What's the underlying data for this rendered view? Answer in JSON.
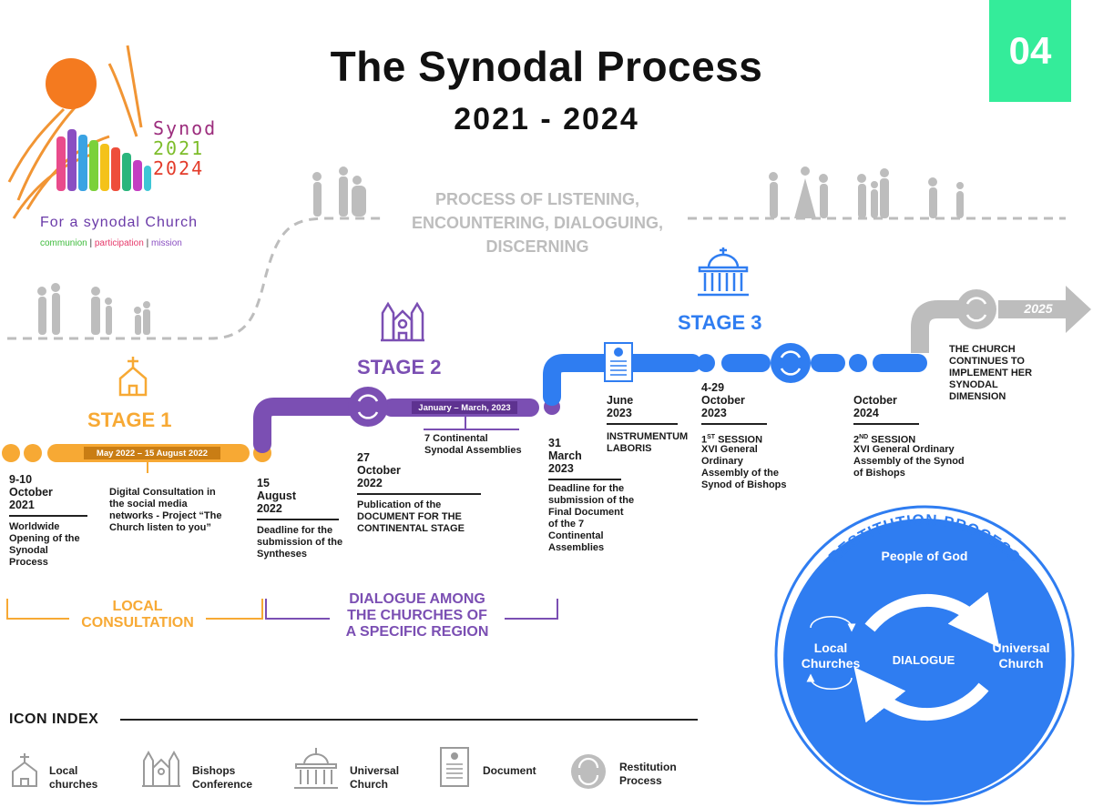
{
  "header": {
    "title": "The Synodal Process",
    "years": "2021 - 2024",
    "badge": "04"
  },
  "logo": {
    "synod": "Synod",
    "year1": "2021",
    "year2": "2024",
    "tagline": "For a synodal Church",
    "word1": "communion",
    "sep": "|",
    "word2": "participation",
    "word3": "mission"
  },
  "listening": {
    "line1": "PROCESS OF LISTENING,",
    "line2": "ENCOUNTERING, DIALOGUING,",
    "line3": "DISCERNING"
  },
  "stages": {
    "stage1": "STAGE 1",
    "stage2": "STAGE 2",
    "stage3": "STAGE 3"
  },
  "bars": {
    "stage1_period": "May 2022 – 15 August 2022",
    "stage2_period": "January – March, 2023",
    "future_year": "2025"
  },
  "events": {
    "e1_date": "9-10\nOctober\n2021",
    "e1_text": "Worldwide\nOpening of the\nSynodal\nProcess",
    "e2_text": "Digital Consultation in\nthe social media\nnetworks - Project “The\nChurch listen to you”",
    "e3_date": "15\nAugust\n2022",
    "e3_text": "Deadline for the\nsubmission of the\nSyntheses",
    "e4_date": "27\nOctober\n2022",
    "e4_text": "Publication of the\nDOCUMENT FOR THE\nCONTINENTAL STAGE",
    "e5_text": "7 Continental\nSynodal Assemblies",
    "e6_date": "31\nMarch\n2023",
    "e6_text": "Deadline for the\nsubmission of the\nFinal Document\nof the 7\nContinental\nAssemblies",
    "e7_date": "June\n2023",
    "e7_text": "INSTRUMENTUM\nLABORIS",
    "e8_date": "4-29\nOctober\n2023",
    "e8_sup": "ST",
    "e8_num": "1",
    "e8_session": " SESSION",
    "e8_text": "XVI General\nOrdinary\nAssembly of the\nSynod of Bishops",
    "e9_date": "October\n2024",
    "e9_sup": "ND",
    "e9_num": "2",
    "e9_session": " SESSION",
    "e9_text": "XVI General Ordinary\nAssembly of the Synod\nof Bishops",
    "e10_text": "THE CHURCH\nCONTINUES TO\nIMPLEMENT HER\nSYNODAL\nDIMENSION"
  },
  "phases": {
    "local": "LOCAL\nCONSULTATION",
    "dialogue": "DIALOGUE AMONG\nTHE CHURCHES OF\nA SPECIFIC REGION"
  },
  "restitution": {
    "ring_text": "RESTITUTION PROCESS",
    "people": "People of God",
    "local": "Local\nChurches",
    "dialogue": "DIALOGUE",
    "universal": "Universal\nChurch"
  },
  "icon_index": {
    "title": "ICON INDEX",
    "items": [
      {
        "icon": "church-icon",
        "label": "Local\nchurches"
      },
      {
        "icon": "cathedral-icon",
        "label": "Bishops\nConference"
      },
      {
        "icon": "basilica-icon",
        "label": "Universal\nChurch"
      },
      {
        "icon": "document-icon",
        "label": "Document"
      },
      {
        "icon": "restitution-icon",
        "label": "Restitution\nProcess"
      }
    ]
  },
  "colors": {
    "orange": "#f7a934",
    "purple": "#7b4fb3",
    "blue": "#2f7df1",
    "grey": "#bdbdbd",
    "green": "#34ec9a"
  }
}
